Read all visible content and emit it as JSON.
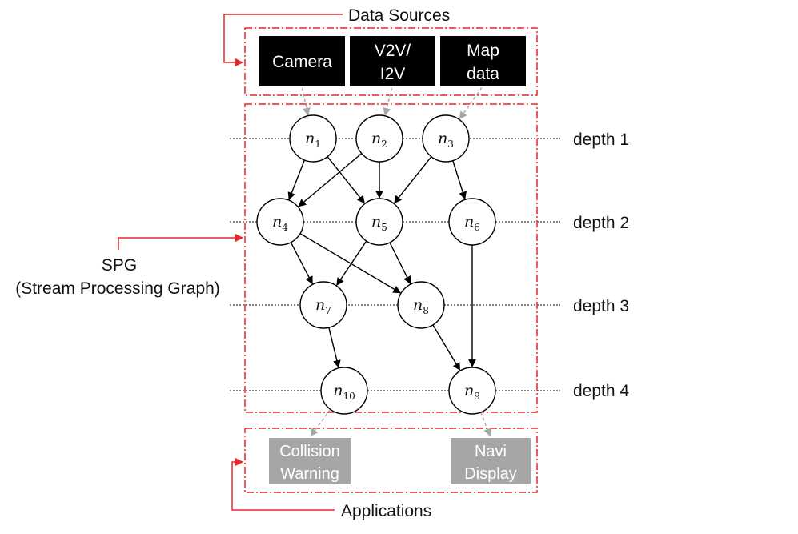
{
  "labels": {
    "data_sources": "Data Sources",
    "spg_line1": "SPG",
    "spg_line2": "(Stream Processing Graph)",
    "applications": "Applications"
  },
  "sources": [
    {
      "id": "camera",
      "lines": [
        "Camera"
      ]
    },
    {
      "id": "v2v",
      "lines": [
        "V2V/",
        "I2V"
      ]
    },
    {
      "id": "map",
      "lines": [
        "Map",
        "data"
      ]
    }
  ],
  "depths": [
    "depth 1",
    "depth 2",
    "depth 3",
    "depth 4"
  ],
  "nodes": [
    {
      "id": "n1",
      "var": "n",
      "sub": "1",
      "depth": 1
    },
    {
      "id": "n2",
      "var": "n",
      "sub": "2",
      "depth": 1
    },
    {
      "id": "n3",
      "var": "n",
      "sub": "3",
      "depth": 1
    },
    {
      "id": "n4",
      "var": "n",
      "sub": "4",
      "depth": 2
    },
    {
      "id": "n5",
      "var": "n",
      "sub": "5",
      "depth": 2
    },
    {
      "id": "n6",
      "var": "n",
      "sub": "6",
      "depth": 2
    },
    {
      "id": "n7",
      "var": "n",
      "sub": "7",
      "depth": 3
    },
    {
      "id": "n8",
      "var": "n",
      "sub": "8",
      "depth": 3
    },
    {
      "id": "n10",
      "var": "n",
      "sub": "10",
      "depth": 4
    },
    {
      "id": "n9",
      "var": "n",
      "sub": "9",
      "depth": 4
    }
  ],
  "edges": [
    [
      "n1",
      "n4"
    ],
    [
      "n1",
      "n5"
    ],
    [
      "n2",
      "n4"
    ],
    [
      "n2",
      "n5"
    ],
    [
      "n3",
      "n5"
    ],
    [
      "n3",
      "n6"
    ],
    [
      "n4",
      "n7"
    ],
    [
      "n4",
      "n8"
    ],
    [
      "n5",
      "n7"
    ],
    [
      "n5",
      "n8"
    ],
    [
      "n6",
      "n9"
    ],
    [
      "n7",
      "n10"
    ],
    [
      "n8",
      "n9"
    ]
  ],
  "source_edges": [
    [
      "camera",
      "n1"
    ],
    [
      "v2v",
      "n2"
    ],
    [
      "map",
      "n3"
    ]
  ],
  "applications": [
    {
      "id": "collision",
      "lines": [
        "Collision",
        "Warning"
      ],
      "from": "n10"
    },
    {
      "id": "navi",
      "lines": [
        "Navi",
        "Display"
      ],
      "from": "n9"
    }
  ],
  "colors": {
    "accent_red": "#e8262a",
    "source_fill": "#000000",
    "app_fill": "#a6a6a6",
    "feed_arrow": "#a6a6a6",
    "edge": "#000000"
  }
}
